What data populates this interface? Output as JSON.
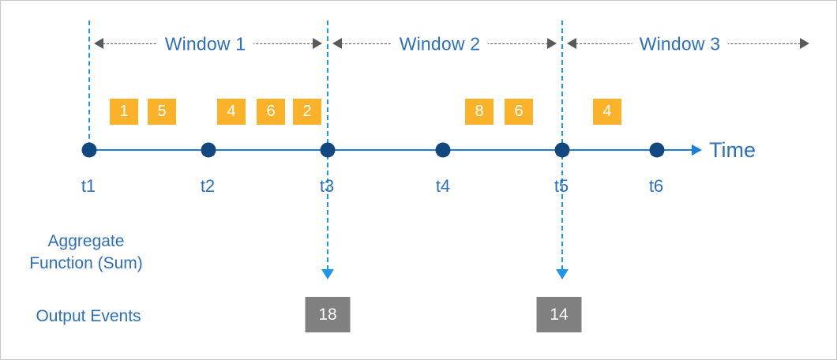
{
  "diagram": {
    "title": "Tumbling window aggregation timeline",
    "colors": {
      "event_box": "#f9b22a",
      "output_box": "#808080",
      "timeline": "#1c7ed6",
      "boundary_line": "#2196e8",
      "tick_dot": "#12477f",
      "text_blue": "#2e6fb7",
      "bracket_gray": "#595959",
      "border": "#c8c8c8"
    }
  },
  "windows": [
    {
      "label": "Window 1"
    },
    {
      "label": "Window 2"
    },
    {
      "label": "Window 3"
    }
  ],
  "timeline": {
    "axis_label": "Time",
    "ticks": [
      {
        "label": "t1"
      },
      {
        "label": "t2"
      },
      {
        "label": "t3"
      },
      {
        "label": "t4"
      },
      {
        "label": "t5"
      },
      {
        "label": "t6"
      }
    ]
  },
  "events": [
    {
      "value": "1"
    },
    {
      "value": "5"
    },
    {
      "value": "4"
    },
    {
      "value": "6"
    },
    {
      "value": "2"
    },
    {
      "value": "8"
    },
    {
      "value": "6"
    },
    {
      "value": "4"
    }
  ],
  "captions": {
    "aggregate_line1": "Aggregate",
    "aggregate_line2": "Function (Sum)",
    "output_events": "Output Events"
  },
  "outputs": [
    {
      "value": "18"
    },
    {
      "value": "14"
    }
  ],
  "chart_data": {
    "type": "diagram",
    "title": "Tumbling window aggregation (Sum)",
    "windows": [
      "Window 1",
      "Window 2",
      "Window 3"
    ],
    "time_ticks": [
      "t1",
      "t2",
      "t3",
      "t4",
      "t5",
      "t6"
    ],
    "window_boundaries": [
      "t1",
      "t3",
      "t5"
    ],
    "input_events": [
      {
        "window": "Window 1",
        "values": [
          1,
          5,
          4,
          6,
          2
        ]
      },
      {
        "window": "Window 2",
        "values": [
          8,
          6
        ]
      },
      {
        "window": "Window 3",
        "values": [
          4
        ]
      }
    ],
    "aggregate_function": "Sum",
    "output_events": [
      {
        "at": "t3",
        "window": "Window 1",
        "value": 18
      },
      {
        "at": "t5",
        "window": "Window 2",
        "value": 14
      }
    ],
    "xlabel": "Time",
    "ylabel": ""
  }
}
